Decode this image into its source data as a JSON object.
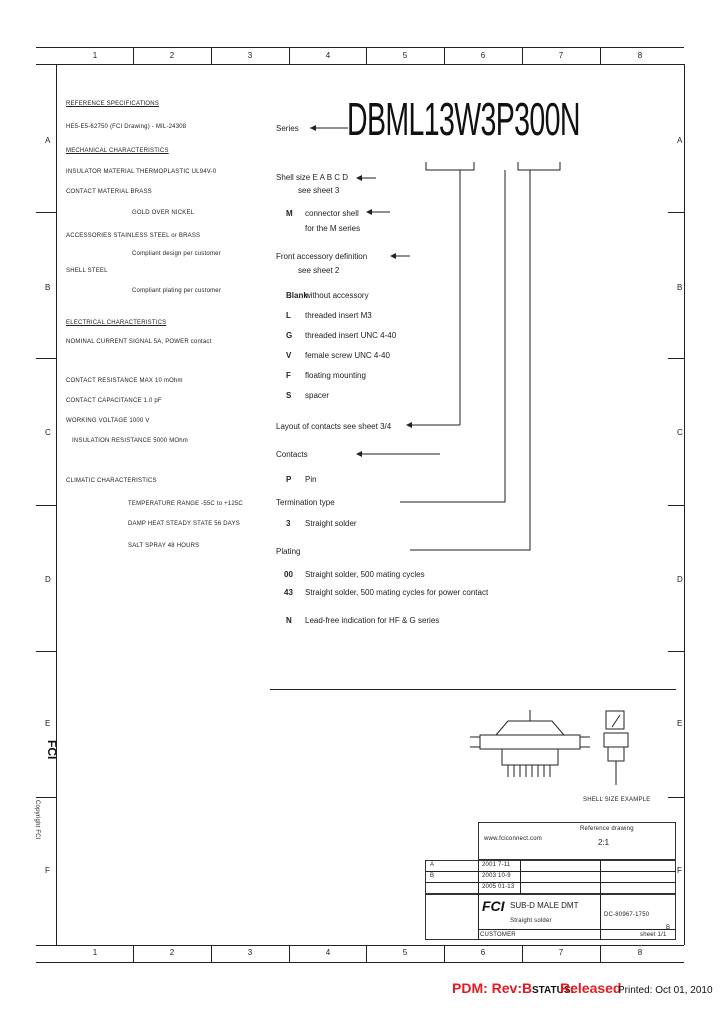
{
  "columns": [
    "1",
    "2",
    "3",
    "4",
    "5",
    "6",
    "7",
    "8"
  ],
  "rows": [
    "A",
    "B",
    "C",
    "D",
    "E",
    "F"
  ],
  "part_code": "DBML13W3P300N",
  "series_label": "Series",
  "spec": {
    "ref_title": "REFERENCE SPECIFICATIONS",
    "ref_line": "HE5-E5-62750 (FCI Drawing) - MIL-24308",
    "mech_title": "MECHANICAL CHARACTERISTICS",
    "insulator": "INSULATOR MATERIAL  THERMOPLASTIC UL94V-0",
    "contact_mat": "CONTACT MATERIAL   BRASS",
    "contact_finish": "GOLD OVER NICKEL",
    "accessories": "ACCESSORIES   STAINLESS STEEL or BRASS",
    "accessories2": "Compliant design per customer",
    "shell": "SHELL   STEEL",
    "shell2": "Compliant plating per customer",
    "elec_title": "ELECTRICAL CHARACTERISTICS",
    "current": "NOMINAL CURRENT  SIGNAL 5A, POWER contact",
    "contact_res": "CONTACT RESISTANCE  MAX 10 mOhm",
    "capacitance": "CONTACT CAPACITANCE  1.0 pF",
    "voltage": "WORKING VOLTAGE  1000 V",
    "insulation": "INSULATION RESISTANCE  5000 MOhm",
    "climatic": "CLIMATIC CHARACTERISTICS",
    "temp": "TEMPERATURE RANGE -55C to +125C",
    "damp": "DAMP HEAT STEADY STATE 56 DAYS",
    "salt": "SALT SPRAY 48 HOURS"
  },
  "options": {
    "shell_size": "Shell size  E A B C D",
    "see_sheet1": "see sheet 3",
    "m_code": "M",
    "m_desc": "connector shell",
    "m_desc2": "for the M series",
    "front_acc": "Front accessory definition",
    "see_sheet2": "see sheet 2",
    "blank_code": "Blank",
    "blank_desc": "without accessory",
    "l_code": "L",
    "l_desc": "threaded insert M3",
    "g_code": "G",
    "g_desc": "threaded insert UNC 4-40",
    "v_code": "V",
    "v_desc": "female screw UNC 4-40",
    "f_code": "F",
    "f_desc": "floating mounting",
    "s_code": "S",
    "s_desc": "spacer",
    "layout": "Layout of contacts  see sheet 3/4",
    "contacts": "Contacts",
    "p_code": "P",
    "p_desc": "Pin",
    "term_type": "Termination type",
    "three_code": "3",
    "three_desc": "Straight solder",
    "plating": "Plating",
    "zero_code": "00",
    "zero_desc": "Straight solder, 500 mating cycles",
    "fortythree_code": "43",
    "fortythree_desc": "Straight solder, 500 mating cycles for power contact",
    "n_code": "N",
    "n_desc": "Lead-free indication for HF & G series"
  },
  "drawing": {
    "view_caption": "SHELL SIZE EXAMPLE"
  },
  "title_block": {
    "website": "www.fciconnect.com",
    "ref": "Reference drawing",
    "scale": "2:1",
    "product": "SUB-D MALE DMT",
    "desc": "Straight solder",
    "part_no": "DC-80967-1750",
    "rev": "B",
    "rev_a": "A",
    "rev_b": "B",
    "customer": "CUSTOMER",
    "sheet": "sheet 1/1",
    "copyright": "Copyright FCI",
    "date1": "2001 7-11",
    "date2": "2003 10-9",
    "date3": "2005 01-13"
  },
  "footer": {
    "pdm": "PDM: Rev:B",
    "status_label": "STATUS:",
    "status_value": "Released",
    "printed": "Printed: Oct 01, 2010"
  }
}
